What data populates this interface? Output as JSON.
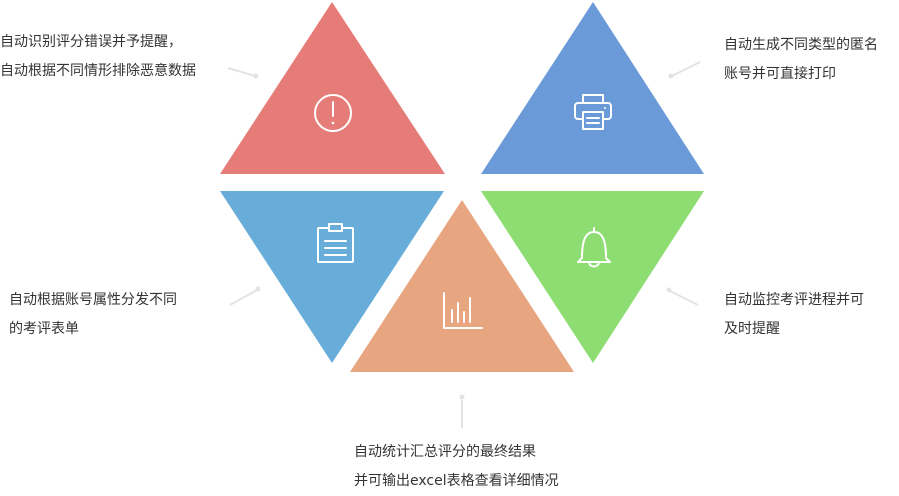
{
  "colors": {
    "red": "#E67C78",
    "blue": "#6A9AD8",
    "sky": "#68ADDA",
    "orange": "#E7A580",
    "green": "#8DDD72",
    "connector": "#E3E3E3",
    "text": "#333333"
  },
  "icons": {
    "red": "exclamation-circle-icon",
    "blue": "printer-icon",
    "sky": "clipboard-icon",
    "orange": "bar-chart-icon",
    "green": "bell-icon"
  },
  "labels": {
    "error": {
      "line1": "自动识别评分错误并予提醒，",
      "line2": "自动根据不同情形排除恶意数据"
    },
    "print": {
      "line1": "自动生成不同类型的匿名",
      "line2": "账号并可直接打印"
    },
    "form": {
      "line1": "自动根据账号属性分发不同",
      "line2": "的考评表单"
    },
    "monitor": {
      "line1": "自动监控考评进程并可",
      "line2": "及时提醒"
    },
    "stats": {
      "line1": "自动统计汇总评分的最终结果",
      "line2": "并可输出excel表格查看详细情况"
    }
  }
}
